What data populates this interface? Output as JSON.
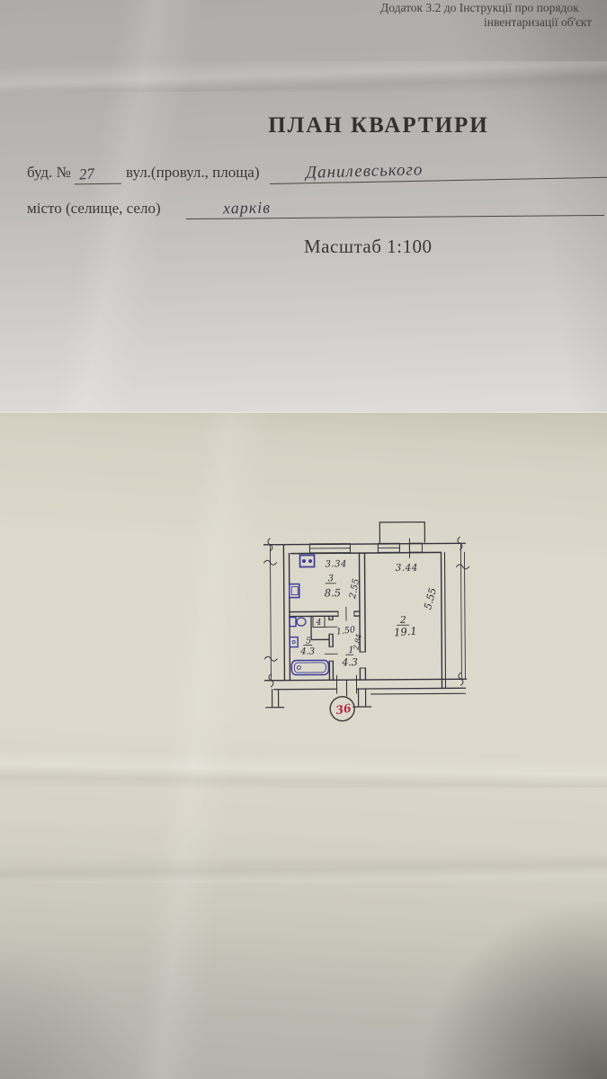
{
  "annotation": {
    "line1": "Додаток 3.2 до Інструкції про порядок",
    "line2": "інвентаризації об'єкт"
  },
  "title": "ПЛАН КВАРТИРИ",
  "form": {
    "building_label": "буд. №",
    "building_number": "27",
    "street_label": "вул.(провул., площа)",
    "street_value": "Данилевського",
    "city_label": "місто (селище, село)",
    "city_value": "харків",
    "scale_label": "Масштаб 1:100"
  },
  "plan": {
    "apartment_number": "36",
    "rooms": {
      "kitchen": {
        "number": "3",
        "area": "8.5",
        "width": "3.34",
        "depth": "2.55"
      },
      "living": {
        "number": "2",
        "area": "19.1",
        "width": "3.44",
        "depth": "5.55"
      },
      "toilet": {
        "number": "4"
      },
      "bathroom": {
        "number": "5",
        "area": "4.3"
      },
      "hallway": {
        "number": "1",
        "area": "4.3",
        "width": "1.50",
        "depth": "2.84"
      }
    },
    "colors": {
      "wall_ink": "#34323d",
      "fixture_ink": "#3c3a99",
      "apartment_number_ink": "#b22b40"
    }
  }
}
